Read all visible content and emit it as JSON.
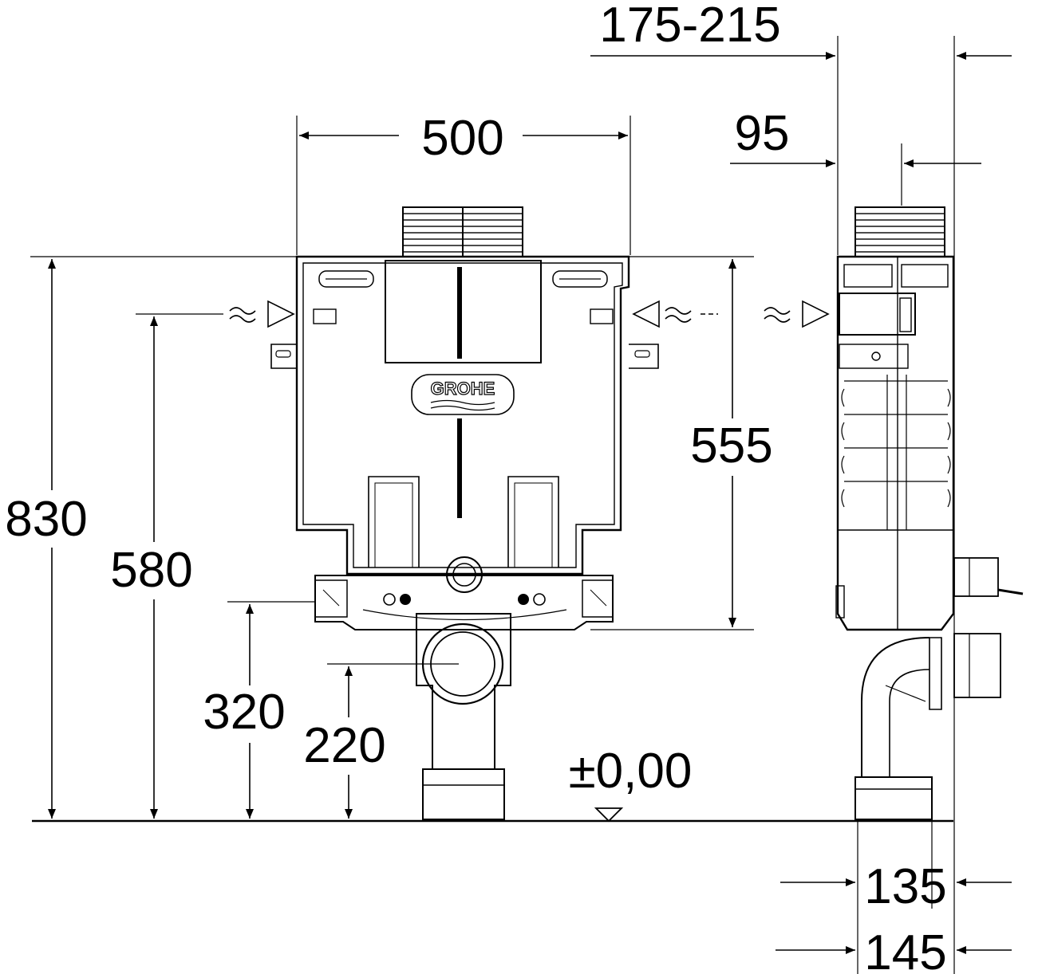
{
  "dimensions": {
    "depth_range": "175-215",
    "width": "500",
    "depth_95": "95",
    "height_total": "830",
    "height_580": "580",
    "height_555": "555",
    "height_320": "320",
    "height_220": "220",
    "floor_level": "±0,00",
    "depth_135": "135",
    "depth_145": "145"
  },
  "logo": {
    "text": "GROHE"
  },
  "colors": {
    "line": "#000000",
    "background": "#ffffff"
  }
}
